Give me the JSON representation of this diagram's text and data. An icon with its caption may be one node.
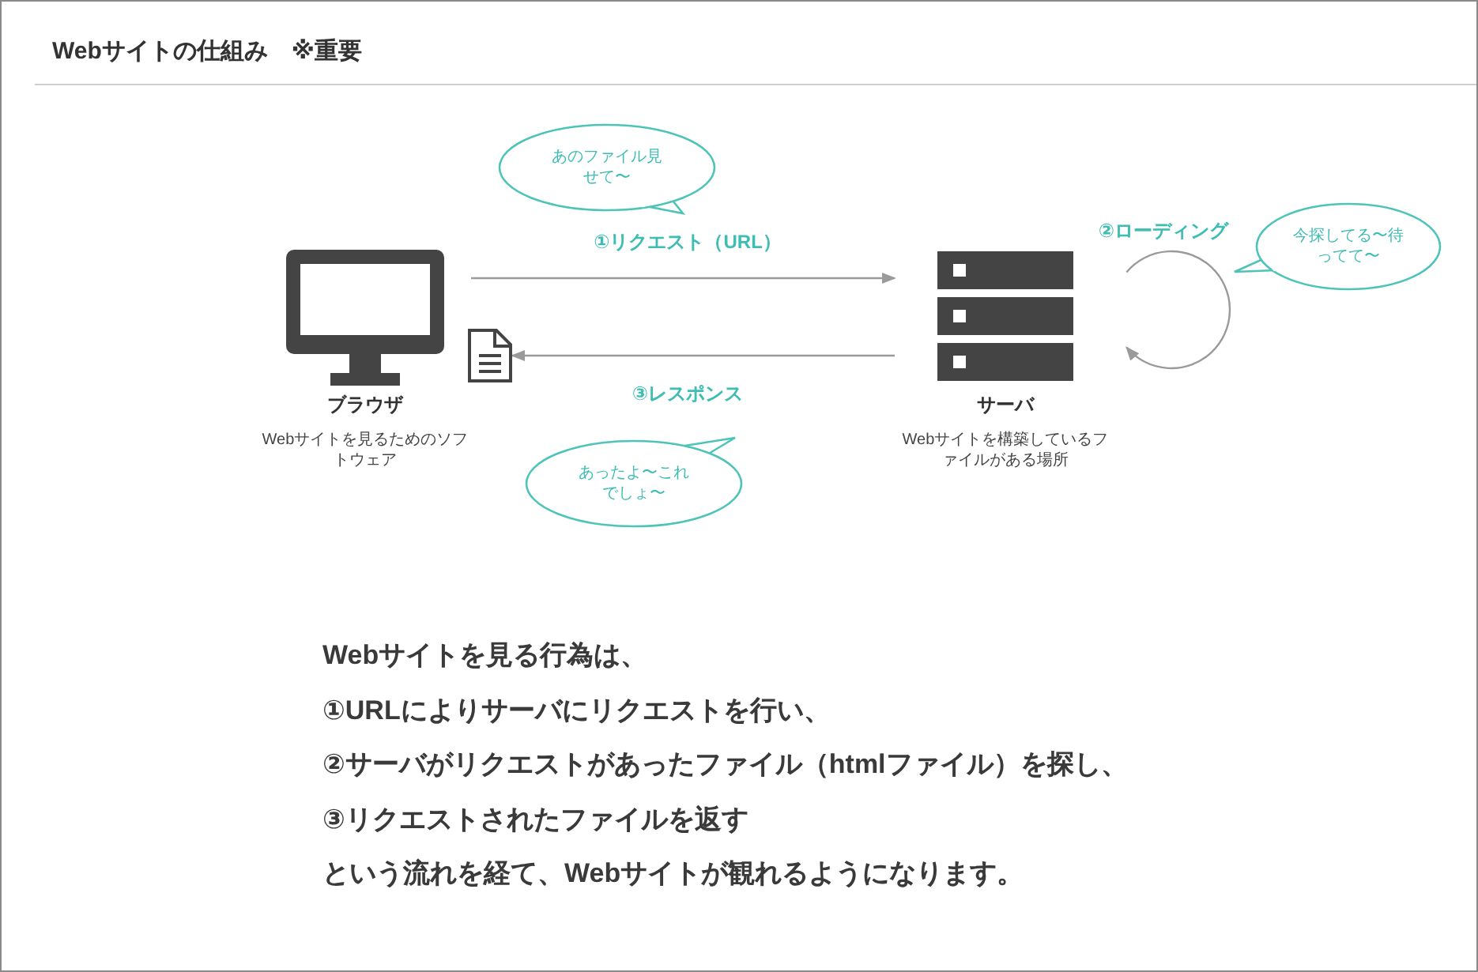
{
  "diagram": {
    "title": "Webサイトの仕組み　※重要",
    "nodes": [
      {
        "text": [
          "ブラウザ",
          "Webサイトを見るためのソフトウェア"
        ]
      },
      {
        "text": [
          "サーバ",
          "Webサイトを構築しているファイルがある場所"
        ]
      },
      {
        "text": [],
        "shape": "document"
      },
      {
        "text": [
          "あのファイル見せて〜"
        ]
      },
      {
        "text": [
          "今探してる〜待ってて〜"
        ]
      },
      {
        "text": [
          "あったよ〜これでしょ〜"
        ]
      }
    ],
    "edges": [
      {
        "from": 0,
        "to": 1,
        "arrow": "to",
        "label": "①リクエスト（URL）"
      },
      {
        "from": 1,
        "to": 1,
        "arrow": "to",
        "label": "②ローディング"
      },
      {
        "from": 1,
        "to": 2,
        "arrow": "to",
        "label": "③レスポンス"
      }
    ],
    "labels": [
      "Webサイトを見る行為は、",
      "①URLによりサーバにリクエストを行い、",
      "②サーバがリクエストがあったファイル（htmlファイル）を探し、",
      "③リクエストされたファイルを返す",
      "という流れを経て、Webサイトが観れるようになります。"
    ]
  }
}
